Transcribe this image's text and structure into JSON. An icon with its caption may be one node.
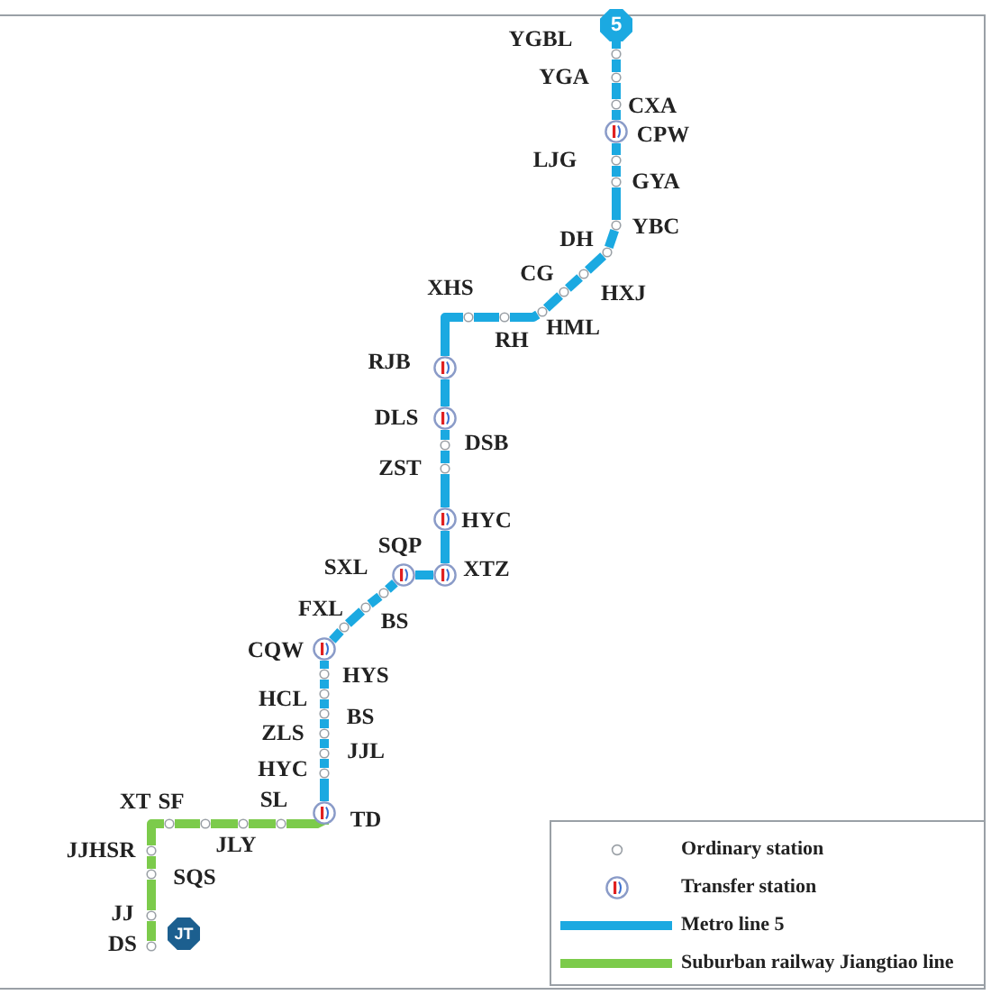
{
  "diagram": {
    "nodes": [
      {
        "text": [
          "5"
        ]
      },
      {
        "text": [],
        "shape": "circle",
        "beside": [
          "YGBL"
        ]
      },
      {
        "text": [],
        "shape": "circle",
        "beside": [
          "YGA"
        ]
      },
      {
        "text": [],
        "shape": "circle",
        "beside": [
          "CXA"
        ]
      },
      {
        "text": [],
        "shape": "roundel",
        "beside": [
          "CPW"
        ]
      },
      {
        "text": [],
        "shape": "circle",
        "beside": [
          "LJG"
        ]
      },
      {
        "text": [],
        "shape": "circle",
        "beside": [
          "GYA"
        ]
      },
      {
        "text": [],
        "shape": "circle",
        "beside": [
          "YBC"
        ]
      },
      {
        "text": [],
        "shape": "circle",
        "beside": [
          "DH"
        ]
      },
      {
        "text": [],
        "shape": "circle",
        "beside": [
          "HXJ"
        ]
      },
      {
        "text": [],
        "shape": "circle",
        "beside": [
          "CG"
        ]
      },
      {
        "text": [],
        "shape": "circle",
        "beside": [
          "HML"
        ]
      },
      {
        "text": [],
        "shape": "circle",
        "beside": [
          "RH"
        ]
      },
      {
        "text": [],
        "shape": "circle",
        "beside": [
          "XHS"
        ]
      },
      {
        "text": [],
        "shape": "roundel",
        "beside": [
          "RJB"
        ]
      },
      {
        "text": [],
        "shape": "roundel",
        "beside": [
          "DLS"
        ]
      },
      {
        "text": [],
        "shape": "circle",
        "beside": [
          "DSB"
        ]
      },
      {
        "text": [],
        "shape": "circle",
        "beside": [
          "ZST"
        ]
      },
      {
        "text": [],
        "shape": "roundel",
        "beside": [
          "HYC"
        ]
      },
      {
        "text": [],
        "shape": "roundel",
        "beside": [
          "XTZ"
        ]
      },
      {
        "text": [],
        "shape": "roundel",
        "beside": [
          "SQP"
        ]
      },
      {
        "text": [],
        "shape": "circle",
        "beside": [
          "SXL"
        ]
      },
      {
        "text": [],
        "shape": "circle",
        "beside": [
          "BS"
        ]
      },
      {
        "text": [],
        "shape": "circle",
        "beside": [
          "FXL"
        ]
      },
      {
        "text": [],
        "shape": "roundel",
        "beside": [
          "CQW"
        ]
      },
      {
        "text": [],
        "shape": "circle",
        "beside": [
          "HYS"
        ]
      },
      {
        "text": [],
        "shape": "circle",
        "beside": [
          "HCL"
        ]
      },
      {
        "text": [],
        "shape": "circle",
        "beside": [
          "BS"
        ]
      },
      {
        "text": [],
        "shape": "circle",
        "beside": [
          "ZLS"
        ]
      },
      {
        "text": [],
        "shape": "circle",
        "beside": [
          "JJL"
        ]
      },
      {
        "text": [],
        "shape": "circle",
        "beside": [
          "HYC"
        ]
      },
      {
        "text": [],
        "shape": "roundel",
        "beside": [
          "TD"
        ]
      },
      {
        "text": [],
        "shape": "circle",
        "beside": [
          "SL"
        ]
      },
      {
        "text": [],
        "shape": "circle",
        "beside": [
          "JLY"
        ]
      },
      {
        "text": [],
        "shape": "circle",
        "beside": [
          "SF"
        ]
      },
      {
        "text": [],
        "shape": "circle",
        "beside": [
          "XT"
        ]
      },
      {
        "text": [],
        "shape": "circle",
        "beside": [
          "JJHSR"
        ]
      },
      {
        "text": [],
        "shape": "circle",
        "beside": [
          "SQS"
        ]
      },
      {
        "text": [],
        "shape": "circle",
        "beside": [
          "JJ"
        ]
      },
      {
        "text": [],
        "shape": "circle",
        "beside": [
          "DS"
        ]
      },
      {
        "text": [
          "JT"
        ]
      }
    ],
    "edges": [
      {
        "from": 0,
        "to": 1,
        "arrow": "none"
      },
      {
        "from": 1,
        "to": 2,
        "arrow": "none"
      },
      {
        "from": 2,
        "to": 3,
        "arrow": "none"
      },
      {
        "from": 3,
        "to": 4,
        "arrow": "none"
      },
      {
        "from": 4,
        "to": 5,
        "arrow": "none"
      },
      {
        "from": 5,
        "to": 6,
        "arrow": "none"
      },
      {
        "from": 6,
        "to": 7,
        "arrow": "none"
      },
      {
        "from": 7,
        "to": 8,
        "arrow": "none"
      },
      {
        "from": 8,
        "to": 9,
        "arrow": "none"
      },
      {
        "from": 9,
        "to": 10,
        "arrow": "none"
      },
      {
        "from": 10,
        "to": 11,
        "arrow": "none"
      },
      {
        "from": 11,
        "to": 12,
        "arrow": "none"
      },
      {
        "from": 12,
        "to": 13,
        "arrow": "none"
      },
      {
        "from": 13,
        "to": 14,
        "arrow": "none"
      },
      {
        "from": 14,
        "to": 15,
        "arrow": "none"
      },
      {
        "from": 15,
        "to": 16,
        "arrow": "none"
      },
      {
        "from": 16,
        "to": 17,
        "arrow": "none"
      },
      {
        "from": 17,
        "to": 18,
        "arrow": "none"
      },
      {
        "from": 18,
        "to": 19,
        "arrow": "none"
      },
      {
        "from": 19,
        "to": 20,
        "arrow": "none"
      },
      {
        "from": 20,
        "to": 21,
        "arrow": "none"
      },
      {
        "from": 21,
        "to": 22,
        "arrow": "none"
      },
      {
        "from": 22,
        "to": 23,
        "arrow": "none"
      },
      {
        "from": 23,
        "to": 24,
        "arrow": "none"
      },
      {
        "from": 24,
        "to": 25,
        "arrow": "none"
      },
      {
        "from": 25,
        "to": 26,
        "arrow": "none"
      },
      {
        "from": 26,
        "to": 27,
        "arrow": "none"
      },
      {
        "from": 27,
        "to": 28,
        "arrow": "none"
      },
      {
        "from": 28,
        "to": 29,
        "arrow": "none"
      },
      {
        "from": 29,
        "to": 30,
        "arrow": "none"
      },
      {
        "from": 30,
        "to": 31,
        "arrow": "none"
      },
      {
        "from": 31,
        "to": 32,
        "arrow": "none",
        "color": "#7ccb4b"
      },
      {
        "from": 32,
        "to": 33,
        "arrow": "none",
        "color": "#7ccb4b"
      },
      {
        "from": 33,
        "to": 34,
        "arrow": "none",
        "color": "#7ccb4b"
      },
      {
        "from": 34,
        "to": 35,
        "arrow": "none",
        "color": "#7ccb4b"
      },
      {
        "from": 35,
        "to": 36,
        "arrow": "none",
        "color": "#7ccb4b"
      },
      {
        "from": 36,
        "to": 37,
        "arrow": "none",
        "color": "#7ccb4b"
      },
      {
        "from": 37,
        "to": 38,
        "arrow": "none",
        "color": "#7ccb4b"
      },
      {
        "from": 38,
        "to": 39,
        "arrow": "none",
        "color": "#7ccb4b"
      }
    ],
    "legend": [
      {
        "text": "Ordinary station"
      },
      {
        "text": "Transfer station"
      },
      {
        "text": "Metro line 5"
      },
      {
        "text": "Suburban railway Jiangtiao line"
      }
    ]
  }
}
